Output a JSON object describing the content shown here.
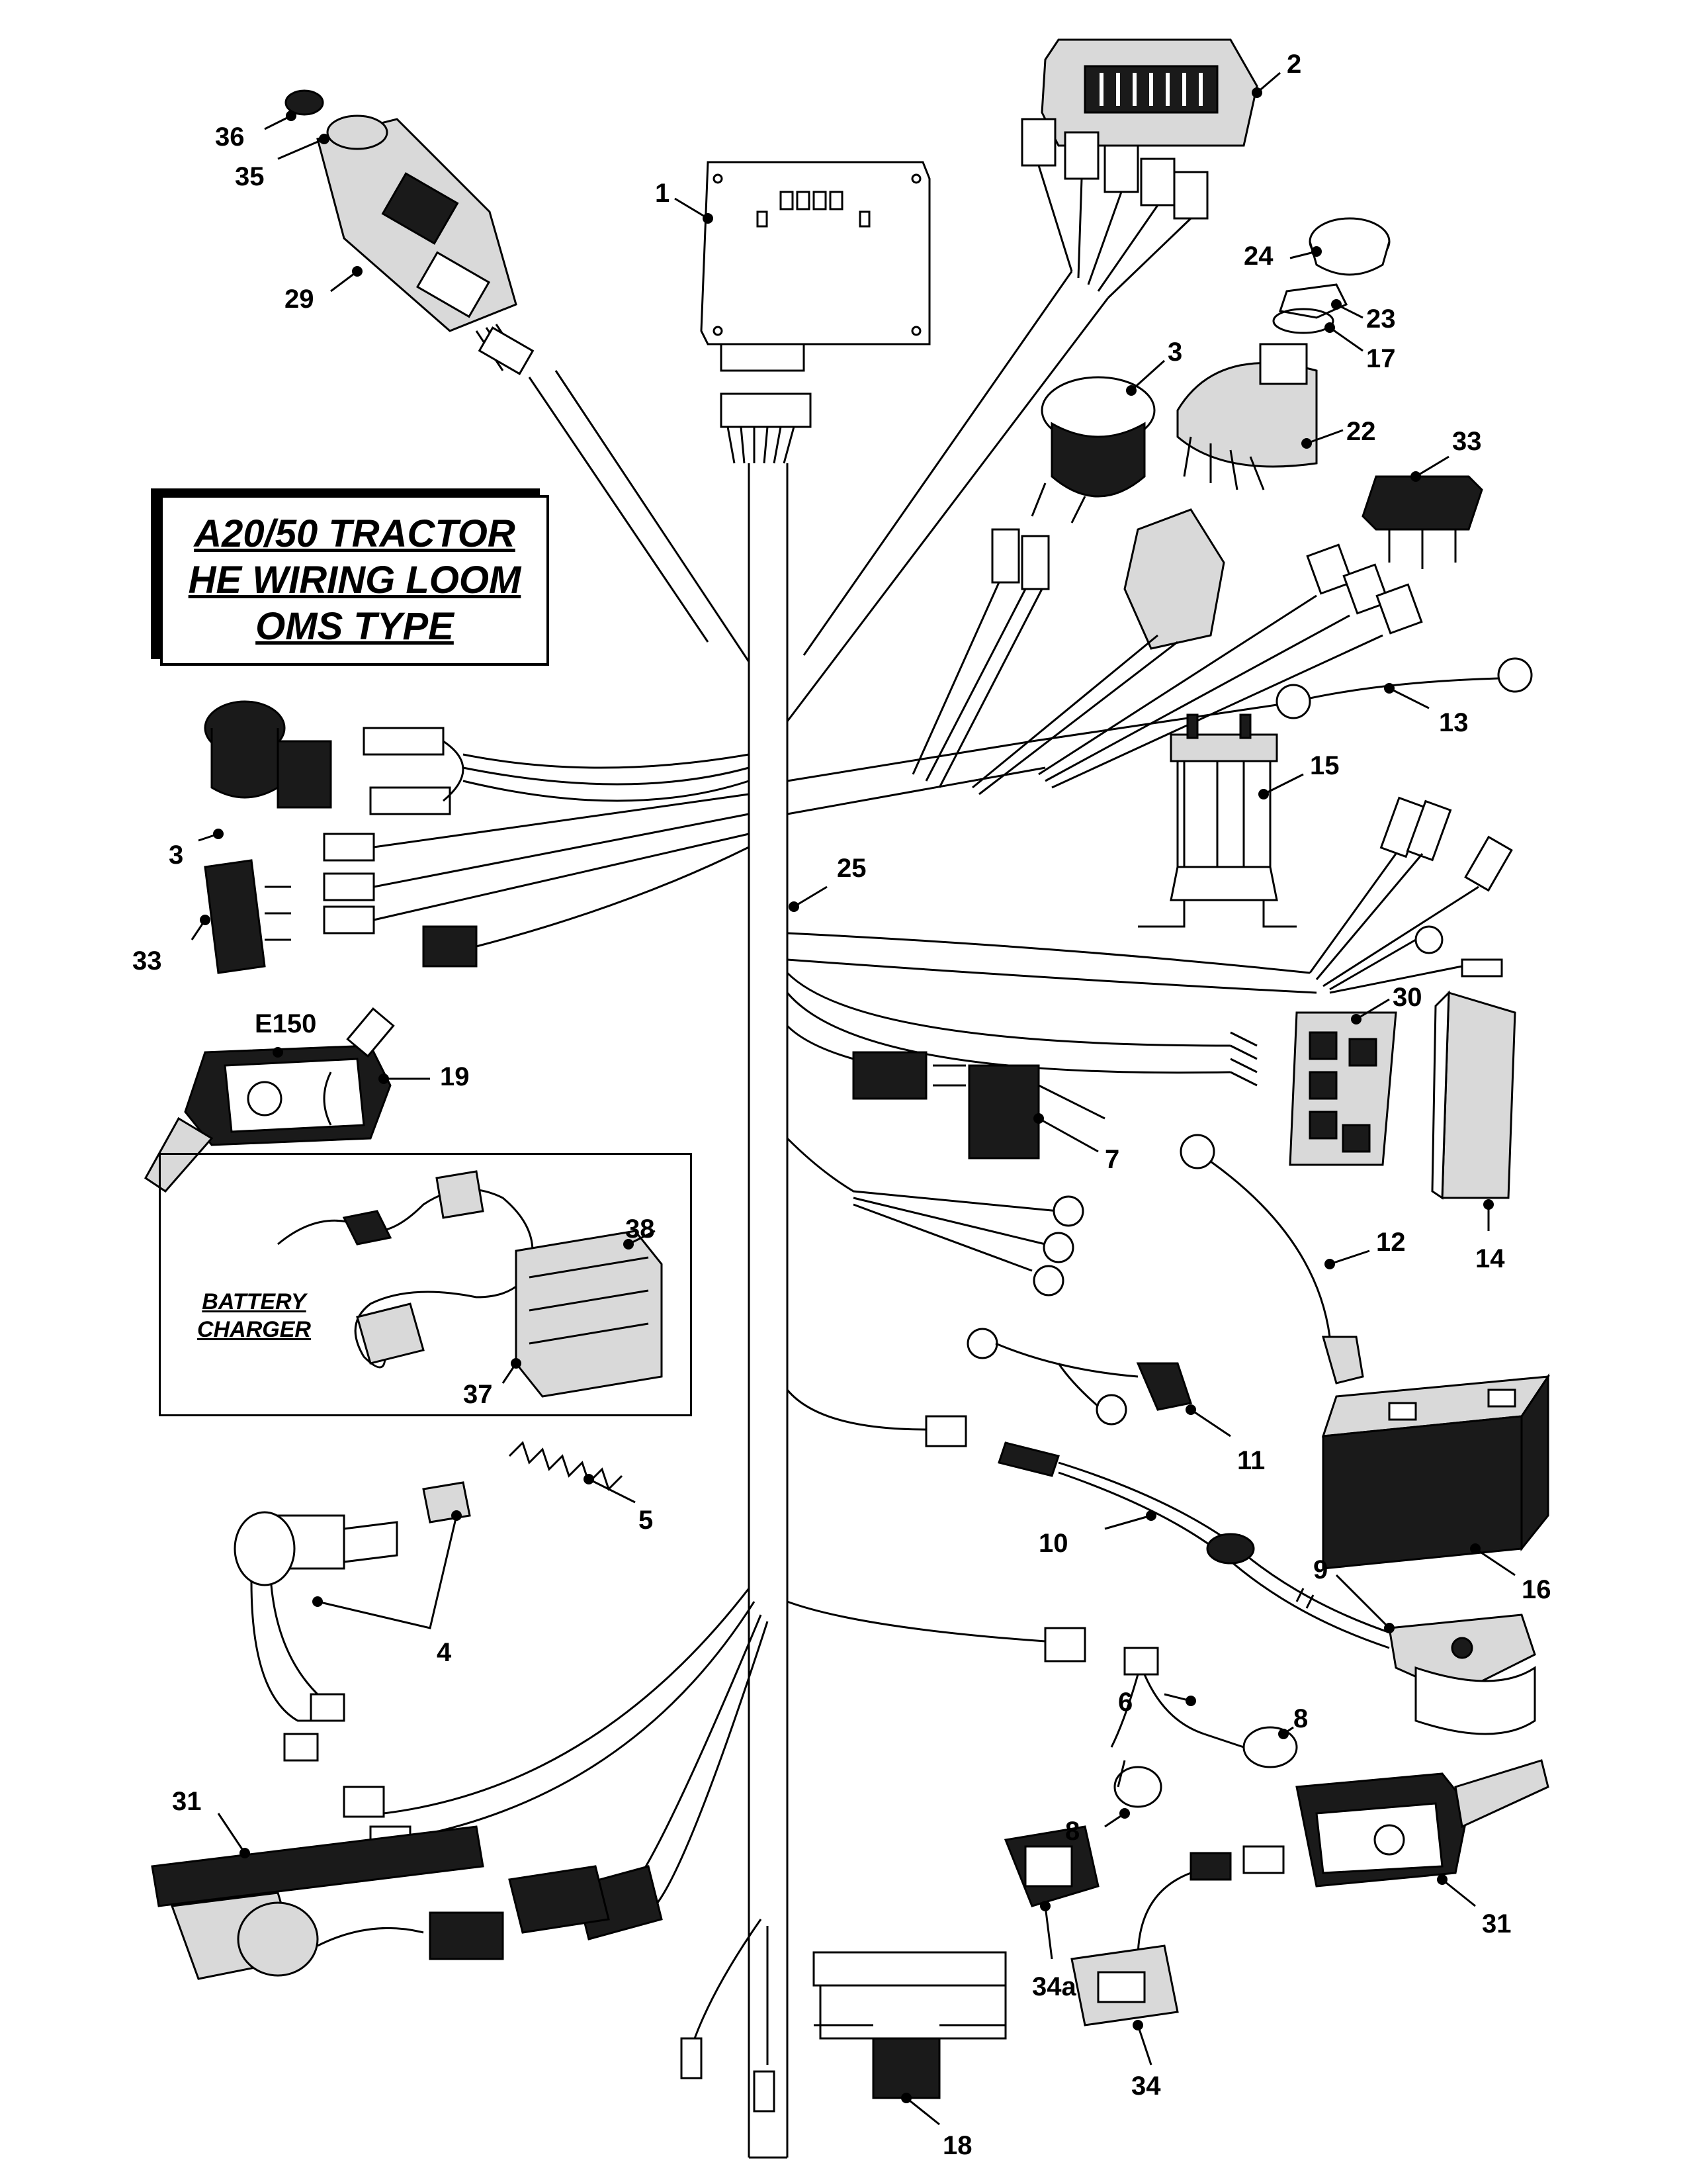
{
  "title": {
    "lines": [
      "A20/50 TRACTOR",
      "HE WIRING LOOM",
      "OMS TYPE"
    ]
  },
  "charger_label": [
    "BATTERY",
    "CHARGER"
  ],
  "callouts": [
    "1",
    "2",
    "3",
    "22",
    "23",
    "17",
    "24",
    "33",
    "29",
    "35",
    "36",
    "13",
    "15",
    "25",
    "3",
    "33",
    "E150",
    "19",
    "30",
    "7",
    "14",
    "12",
    "38",
    "37",
    "11",
    "16",
    "5",
    "4",
    "10",
    "9",
    "6",
    "8",
    "8",
    "31",
    "31",
    "34a",
    "34",
    "18"
  ]
}
